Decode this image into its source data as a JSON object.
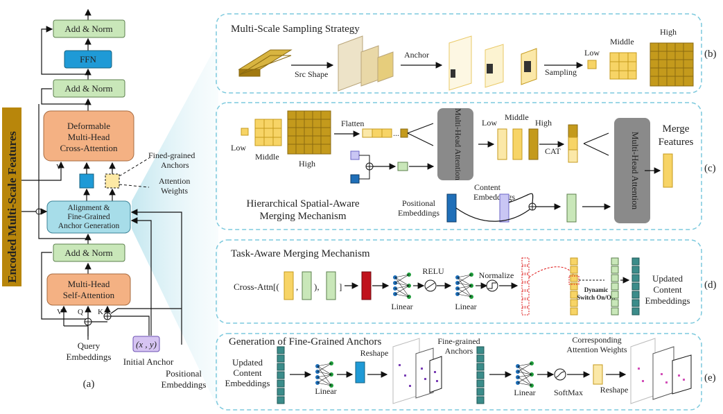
{
  "left": {
    "side_label": "Encoded Multi-Scale Features",
    "add_norm_top": "Add & Norm",
    "ffn": "FFN",
    "add_norm_mid": "Add & Norm",
    "deformable": [
      "Deformable",
      "Multi-Head",
      "Cross-Attention"
    ],
    "v_label": "V",
    "fine_anchors": [
      "Fined-grained",
      "Anchors"
    ],
    "attn_weights": [
      "Attention",
      "Weights"
    ],
    "alignment": [
      "Alignment &",
      "Fine-Grained",
      "Anchor Generation"
    ],
    "add_norm_low": "Add & Norm",
    "self_attn": [
      "Multi-Head",
      "Self-Attention"
    ],
    "v": "V",
    "q": "Q",
    "k": "K",
    "query_emb": [
      "Query",
      "Embeddings"
    ],
    "initial_anchor_box": "(x , y)",
    "initial_anchor": "Initial Anchor",
    "positional_emb": [
      "Positional",
      "Embeddings"
    ],
    "caption": "(a)"
  },
  "panel_b": {
    "title": "Multi-Scale Sampling Strategy",
    "src_shape": "Src Shape",
    "anchor": "Anchor",
    "sampling": "Sampling",
    "low": "Low",
    "middle": "Middle",
    "high": "High",
    "tag": "(b)"
  },
  "panel_c": {
    "low": "Low",
    "middle": "Middle",
    "high": "High",
    "flatten": "Flatten",
    "mha": "Multi-Head Attention",
    "low2": "Low",
    "middle2": "Middle",
    "high2": "High",
    "cat": "CAT",
    "mha2": "Multi-Head Attention",
    "merge": [
      "Merge",
      "Features"
    ],
    "title": [
      "Hierarchical Spatial-Aware",
      "Merging Mechanism"
    ],
    "positional": [
      "Positional",
      "Embeddings"
    ],
    "content": [
      "Content",
      "Embeddings"
    ],
    "tag": "(c)"
  },
  "panel_d": {
    "title": "Task-Aware Merging Mechanism",
    "cross_attn": "Cross-Attn[(",
    "comma1": ",",
    "close1": "),",
    "close2": "]",
    "linear1": "Linear",
    "relu": "RELU",
    "linear2": "Linear",
    "normalize": "Normalize",
    "dynamic": [
      "Dynamic",
      "Switch On/Off"
    ],
    "updated": [
      "Updated",
      "Content",
      "Embeddings"
    ],
    "tag": "(d)"
  },
  "panel_e": {
    "title": "Generation of Fine-Grained Anchors",
    "updated": [
      "Updated",
      "Content",
      "Embeddings"
    ],
    "linear1": "Linear",
    "reshape1": "Reshape",
    "fine_anchors": [
      "Fine-grained",
      "Anchors"
    ],
    "linear2": "Linear",
    "softmax": "SoftMax",
    "corr": [
      "Corresponding",
      "Attention Weights"
    ],
    "reshape2": "Reshape",
    "tag": "(e)"
  },
  "colors": {
    "green_box": "#c9e7b9",
    "blue_box": "#1f9ad6",
    "orange_box": "#f4b183",
    "cyan_box": "#a7dde9",
    "gold": "#c49a1c",
    "dashed_border": "#7cc9dd",
    "gray_block": "#8a8a8a"
  }
}
